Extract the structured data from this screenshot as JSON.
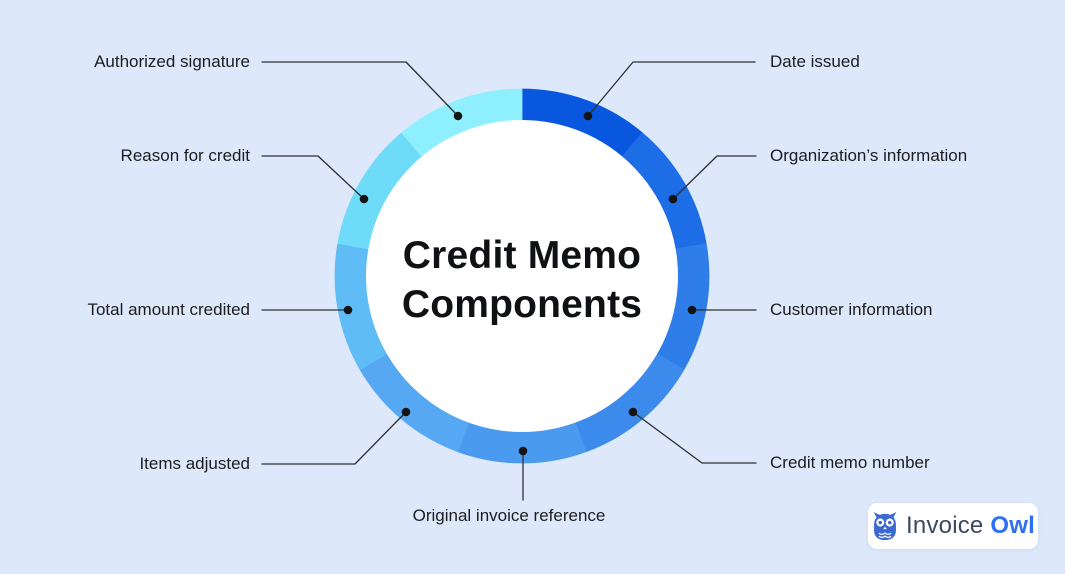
{
  "title": {
    "line1": "Credit Memo",
    "line2": "Components"
  },
  "colors": {
    "background": "#dde8fb",
    "leader_line": "#2f2f31",
    "dot": "#141414",
    "inner_circle": "#ffffff",
    "logo_invoice_text": "#3b4960",
    "logo_owl_text": "#2c70f4",
    "logo_owl_icon": "#3b69d1"
  },
  "chart_data": {
    "type": "donut",
    "title": "Credit Memo Components",
    "segment_span_deg": 40,
    "segments": [
      {
        "label": "Date issued",
        "color": "#0957df",
        "start_deg": 0,
        "end_deg": 40
      },
      {
        "label": "Organization’s information",
        "color": "#1c6de6",
        "start_deg": 40,
        "end_deg": 80
      },
      {
        "label": "Customer information",
        "color": "#2e7de9",
        "start_deg": 80,
        "end_deg": 120
      },
      {
        "label": "Credit memo number",
        "color": "#3c8bec",
        "start_deg": 120,
        "end_deg": 160
      },
      {
        "label": "Original invoice reference",
        "color": "#4a9aef",
        "start_deg": 160,
        "end_deg": 200
      },
      {
        "label": "Items adjusted",
        "color": "#55a8f1",
        "start_deg": 200,
        "end_deg": 240
      },
      {
        "label": "Total amount credited",
        "color": "#5fbcf4",
        "start_deg": 240,
        "end_deg": 280
      },
      {
        "label": "Reason for credit",
        "color": "#6edbf8",
        "start_deg": 280,
        "end_deg": 320
      },
      {
        "label": "Authorized signature",
        "color": "#8ef0fe",
        "start_deg": 320,
        "end_deg": 360
      }
    ]
  },
  "logo": {
    "invoice_word": "Invoice",
    "owl_word": "Owl",
    "icon": "owl-icon"
  }
}
